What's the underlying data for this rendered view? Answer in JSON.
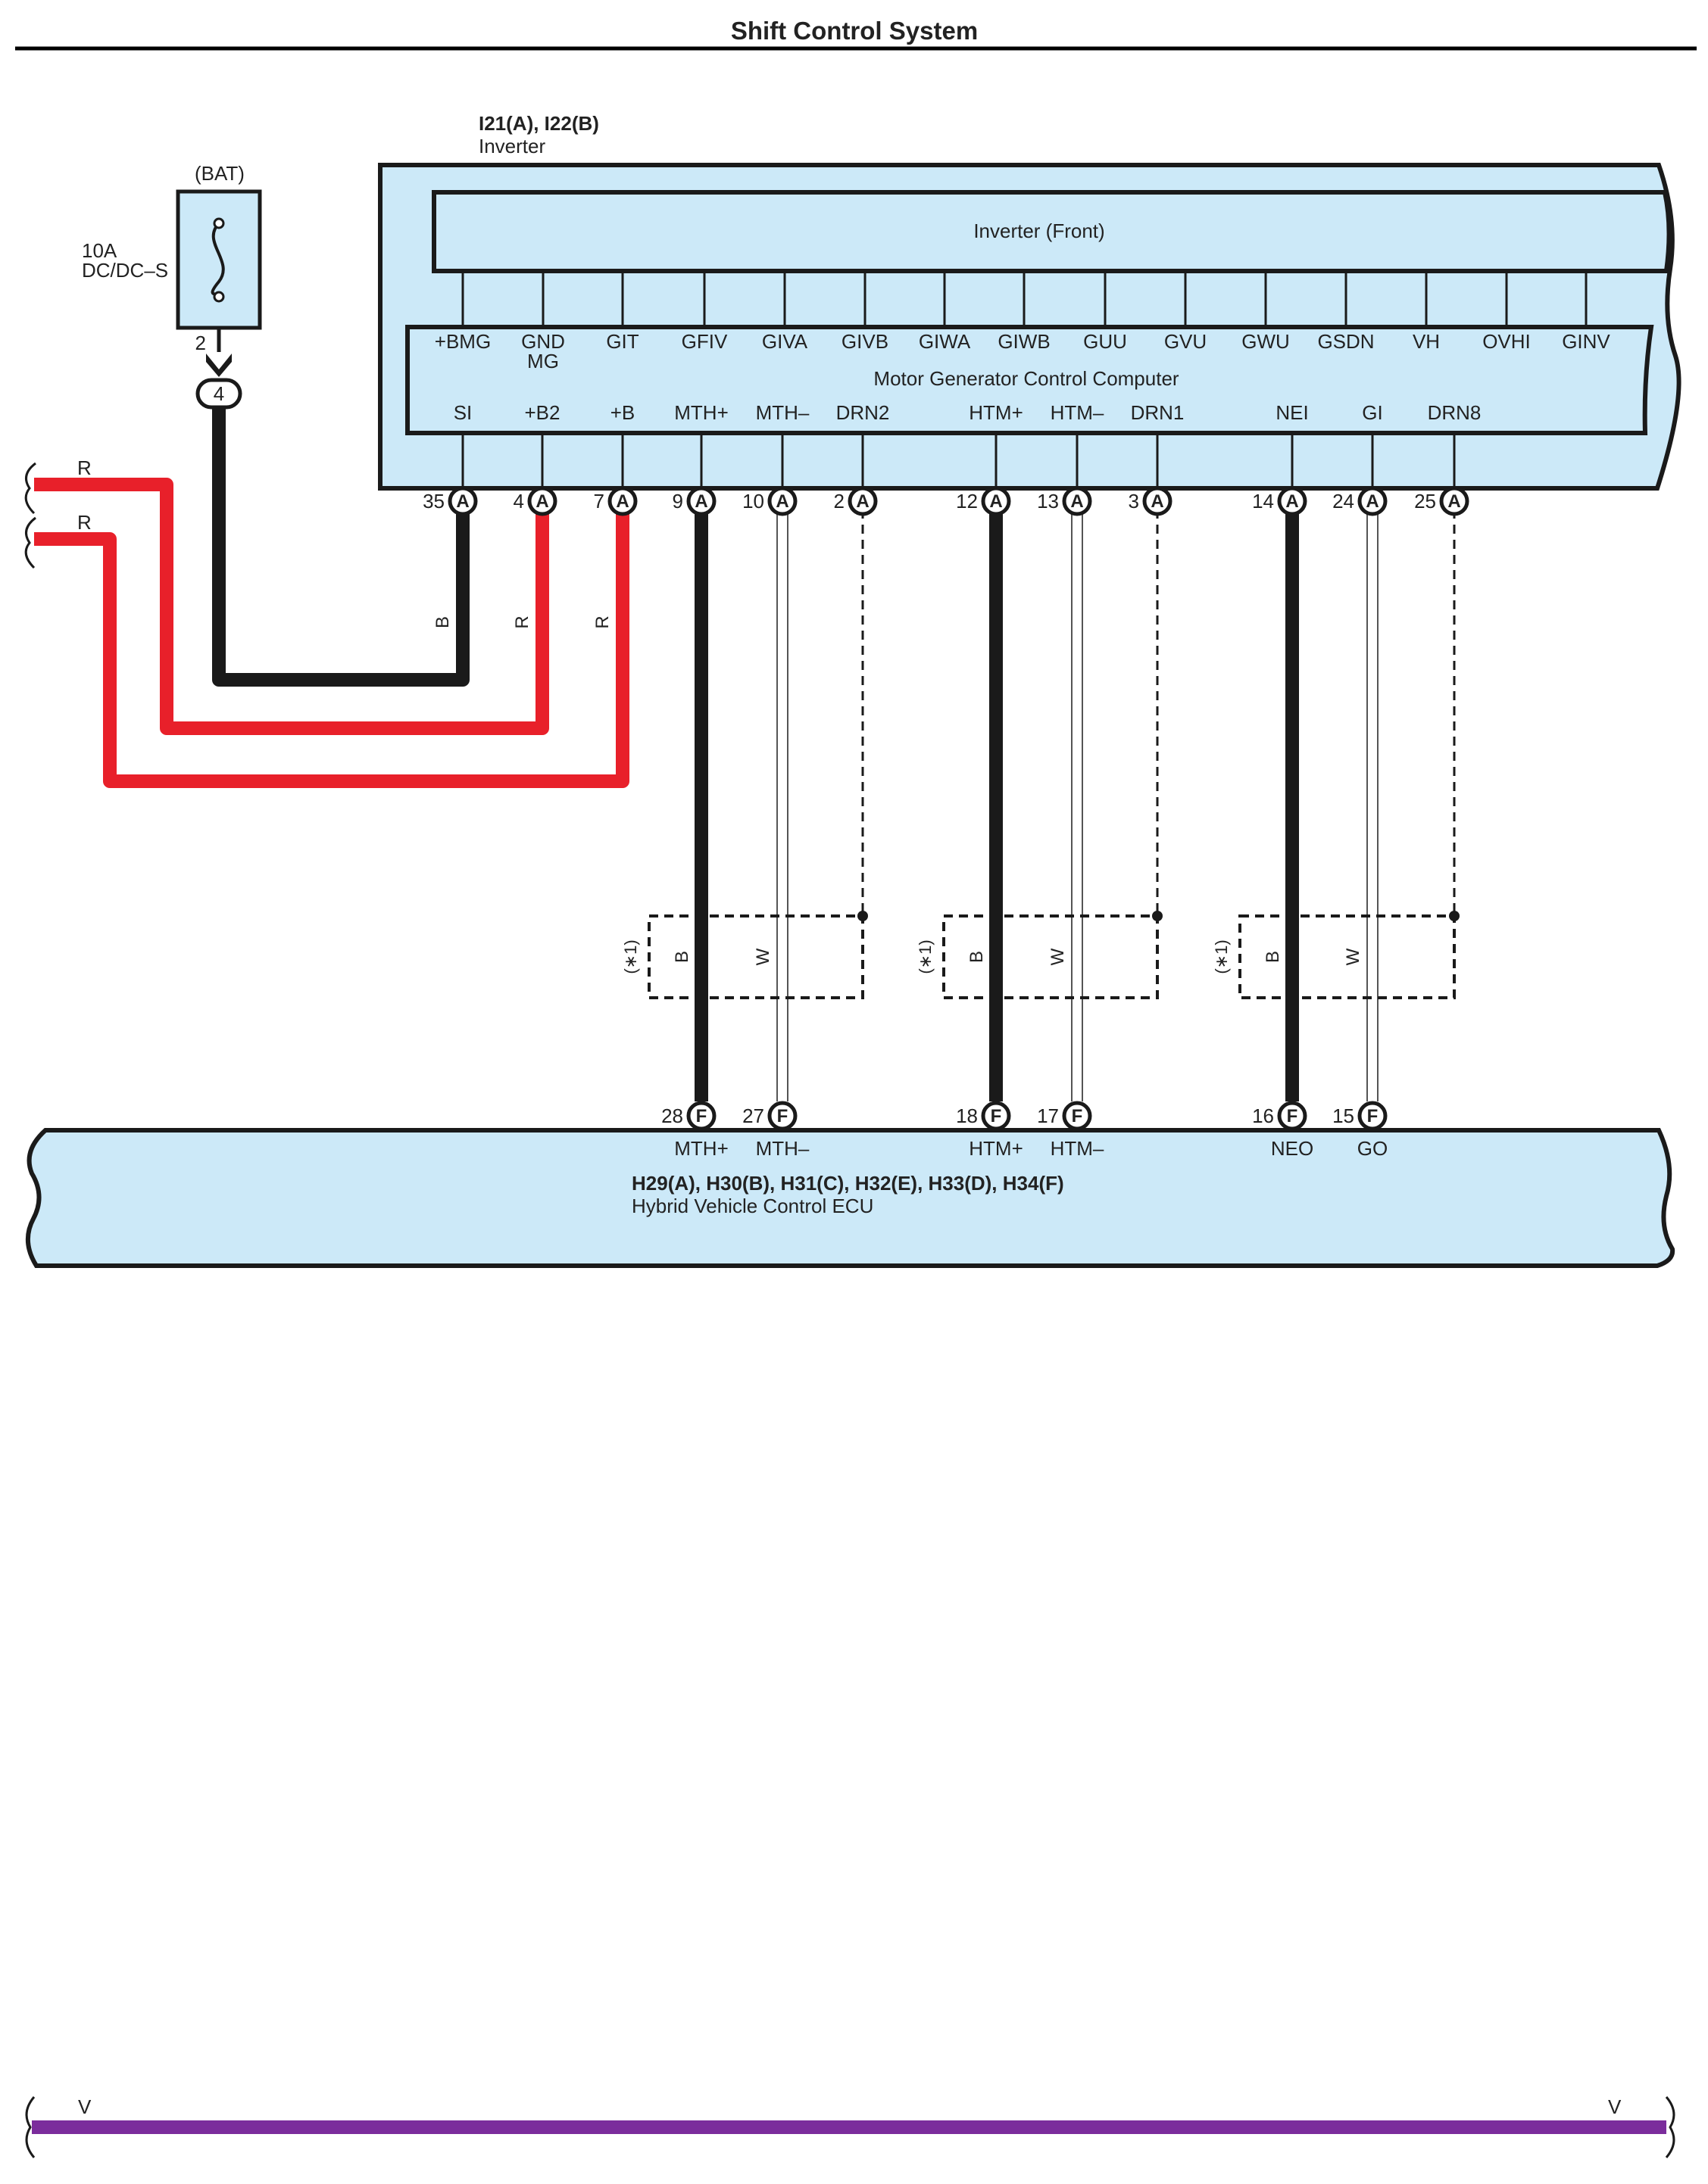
{
  "title": "Shift Control System",
  "inverter": {
    "codes": "I21(A), I22(B)",
    "name": "Inverter",
    "front_label": "Inverter (Front)",
    "mgcc_label": "Motor Generator Control Computer",
    "fill": "#cce9f8",
    "top_terminals": [
      "+BMG",
      "GND",
      "GIT",
      "GFIV",
      "GIVA",
      "GIVB",
      "GIWA",
      "GIWB",
      "GUU",
      "GVU",
      "GWU",
      "GSDN",
      "VH",
      "OVHI",
      "GINV"
    ],
    "gnd_second_line": "MG",
    "bottom_terminals": [
      "SI",
      "+B2",
      "+B",
      "MTH+",
      "MTH–",
      "DRN2",
      "HTM+",
      "HTM–",
      "DRN1",
      "NEI",
      "GI",
      "DRN8"
    ],
    "pins": [
      "35",
      "4",
      "7",
      "9",
      "10",
      "2",
      "12",
      "13",
      "3",
      "14",
      "24",
      "25"
    ],
    "connector_letter": "A"
  },
  "fuse": {
    "source": "(BAT)",
    "rating": "10A",
    "name": "DC/DC–S",
    "pin": "2",
    "junction": "4"
  },
  "wires": {
    "r_label": "R",
    "b_label": "B",
    "w_label": "W",
    "v_label": "V",
    "red": "#e8202a",
    "black": "#1a1a1a",
    "violet": "#7b2d9c"
  },
  "shield_note": "(∗1)",
  "ecu": {
    "codes": "H29(A), H30(B), H31(C), H32(E), H33(D), H34(F)",
    "name": "Hybrid Vehicle Control ECU",
    "terminals": [
      "MTH+",
      "MTH–",
      "HTM+",
      "HTM–",
      "NEO",
      "GO"
    ],
    "pins": [
      "28",
      "27",
      "18",
      "17",
      "16",
      "15"
    ],
    "connector_letter": "F",
    "fill": "#cce9f8"
  }
}
